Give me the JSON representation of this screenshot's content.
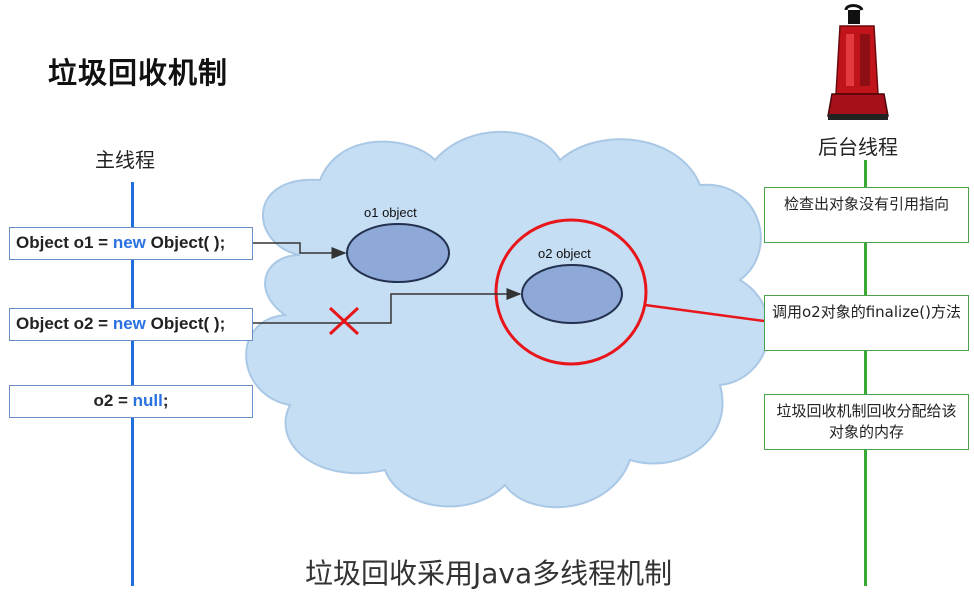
{
  "title": "垃圾回收机制",
  "lanes": {
    "main_label": "主线程",
    "background_label": "后台线程"
  },
  "code": {
    "line1": {
      "prefix": "Object o1 = ",
      "keyword": "new",
      "suffix": " Object( );"
    },
    "line2": {
      "prefix": "Object o2 = ",
      "keyword": "new",
      "suffix": " Object( );"
    },
    "line3": {
      "prefix": "o2 = ",
      "keyword": "null",
      "suffix": ";"
    }
  },
  "objects": {
    "o1": "o1 object",
    "o2": "o2 object"
  },
  "steps": [
    "检查出对象没有引用指向",
    "调用o2对象的finalize()方法",
    "垃圾回收机制回收分配给该对象的内存"
  ],
  "footer": "垃圾回收采用Java多线程机制",
  "colors": {
    "main_thread": "#1f6fe0",
    "background_thread": "#3aa835",
    "keyword": "#2a72e0",
    "highlight": "#e8151b",
    "cloud": "#c6def3",
    "object_fill": "#93abd9"
  },
  "icons": {
    "vacuum": "vacuum-cleaner-icon",
    "broken_reference": "red-x-icon"
  }
}
